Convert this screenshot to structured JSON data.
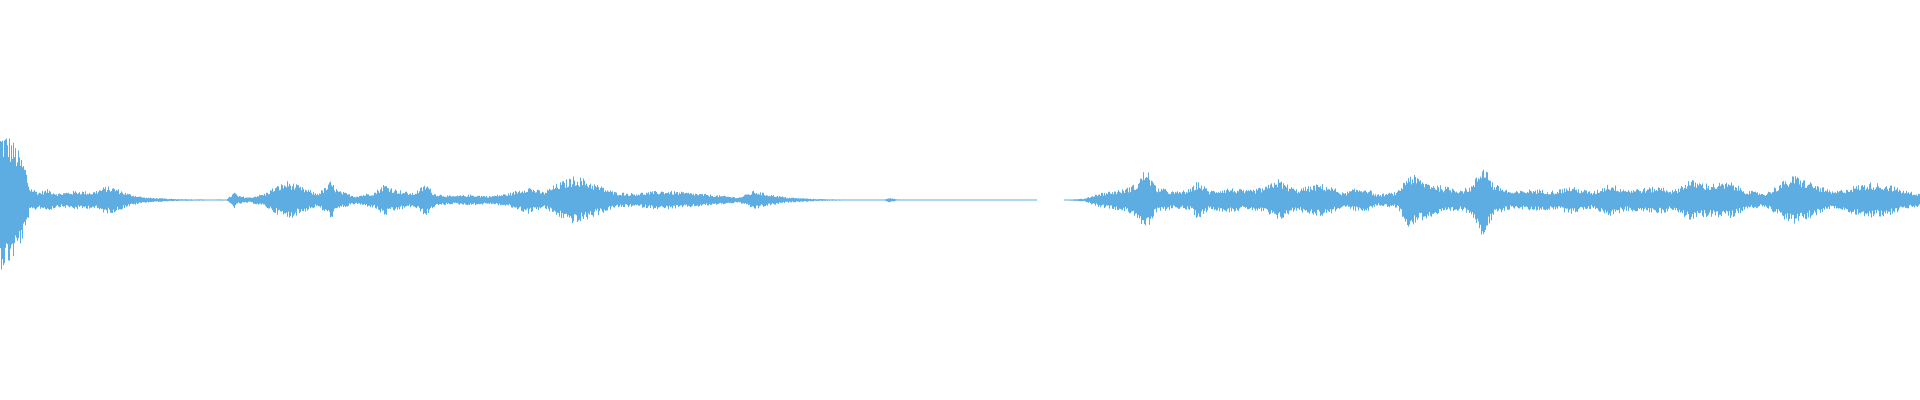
{
  "waveform": {
    "color": "#5dade2",
    "background": "#ffffff",
    "amplitude_profile": [
      [
        0.0,
        0.5
      ],
      [
        0.004,
        0.48
      ],
      [
        0.008,
        0.4
      ],
      [
        0.013,
        0.25
      ],
      [
        0.015,
        0.1
      ],
      [
        0.02,
        0.06
      ],
      [
        0.025,
        0.08
      ],
      [
        0.03,
        0.05
      ],
      [
        0.04,
        0.07
      ],
      [
        0.048,
        0.06
      ],
      [
        0.055,
        0.1
      ],
      [
        0.06,
        0.09
      ],
      [
        0.066,
        0.05
      ],
      [
        0.075,
        0.02
      ],
      [
        0.09,
        0.008
      ],
      [
        0.11,
        0.004
      ],
      [
        0.118,
        0.005
      ],
      [
        0.122,
        0.06
      ],
      [
        0.124,
        0.03
      ],
      [
        0.13,
        0.02
      ],
      [
        0.138,
        0.05
      ],
      [
        0.142,
        0.09
      ],
      [
        0.15,
        0.14
      ],
      [
        0.158,
        0.09
      ],
      [
        0.165,
        0.05
      ],
      [
        0.17,
        0.1
      ],
      [
        0.172,
        0.14
      ],
      [
        0.176,
        0.07
      ],
      [
        0.185,
        0.03
      ],
      [
        0.195,
        0.06
      ],
      [
        0.2,
        0.12
      ],
      [
        0.206,
        0.08
      ],
      [
        0.215,
        0.05
      ],
      [
        0.222,
        0.12
      ],
      [
        0.226,
        0.05
      ],
      [
        0.235,
        0.03
      ],
      [
        0.245,
        0.04
      ],
      [
        0.255,
        0.03
      ],
      [
        0.265,
        0.05
      ],
      [
        0.275,
        0.1
      ],
      [
        0.283,
        0.06
      ],
      [
        0.29,
        0.12
      ],
      [
        0.3,
        0.18
      ],
      [
        0.31,
        0.12
      ],
      [
        0.32,
        0.06
      ],
      [
        0.33,
        0.05
      ],
      [
        0.345,
        0.07
      ],
      [
        0.355,
        0.06
      ],
      [
        0.37,
        0.04
      ],
      [
        0.385,
        0.02
      ],
      [
        0.393,
        0.07
      ],
      [
        0.398,
        0.05
      ],
      [
        0.41,
        0.02
      ],
      [
        0.425,
        0.008
      ],
      [
        0.44,
        0.004
      ],
      [
        0.455,
        0.002
      ],
      [
        0.46,
        0.0
      ],
      [
        0.463,
        0.02
      ],
      [
        0.467,
        0.005
      ],
      [
        0.475,
        0.0
      ],
      [
        0.485,
        0.003
      ],
      [
        0.49,
        0.0
      ],
      [
        0.494,
        0.002
      ],
      [
        0.535,
        0.002
      ],
      [
        0.54,
        0.0
      ],
      [
        0.554,
        0.0
      ],
      [
        0.556,
        0.004
      ],
      [
        0.565,
        0.01
      ],
      [
        0.572,
        0.05
      ],
      [
        0.585,
        0.08
      ],
      [
        0.592,
        0.12
      ],
      [
        0.597,
        0.24
      ],
      [
        0.602,
        0.1
      ],
      [
        0.612,
        0.06
      ],
      [
        0.62,
        0.08
      ],
      [
        0.624,
        0.14
      ],
      [
        0.63,
        0.07
      ],
      [
        0.64,
        0.09
      ],
      [
        0.65,
        0.07
      ],
      [
        0.66,
        0.1
      ],
      [
        0.665,
        0.16
      ],
      [
        0.675,
        0.08
      ],
      [
        0.688,
        0.12
      ],
      [
        0.695,
        0.09
      ],
      [
        0.7,
        0.05
      ],
      [
        0.705,
        0.08
      ],
      [
        0.712,
        0.09
      ],
      [
        0.717,
        0.04
      ],
      [
        0.728,
        0.06
      ],
      [
        0.734,
        0.2
      ],
      [
        0.742,
        0.14
      ],
      [
        0.752,
        0.1
      ],
      [
        0.762,
        0.08
      ],
      [
        0.767,
        0.11
      ],
      [
        0.773,
        0.28
      ],
      [
        0.778,
        0.12
      ],
      [
        0.788,
        0.06
      ],
      [
        0.798,
        0.08
      ],
      [
        0.81,
        0.07
      ],
      [
        0.818,
        0.1
      ],
      [
        0.83,
        0.06
      ],
      [
        0.838,
        0.12
      ],
      [
        0.848,
        0.08
      ],
      [
        0.858,
        0.09
      ],
      [
        0.866,
        0.1
      ],
      [
        0.872,
        0.07
      ],
      [
        0.88,
        0.15
      ],
      [
        0.89,
        0.12
      ],
      [
        0.902,
        0.13
      ],
      [
        0.91,
        0.07
      ],
      [
        0.92,
        0.05
      ],
      [
        0.928,
        0.13
      ],
      [
        0.935,
        0.18
      ],
      [
        0.945,
        0.12
      ],
      [
        0.955,
        0.06
      ],
      [
        0.965,
        0.1
      ],
      [
        0.975,
        0.13
      ],
      [
        0.985,
        0.11
      ],
      [
        0.992,
        0.07
      ],
      [
        1.0,
        0.05
      ]
    ]
  }
}
